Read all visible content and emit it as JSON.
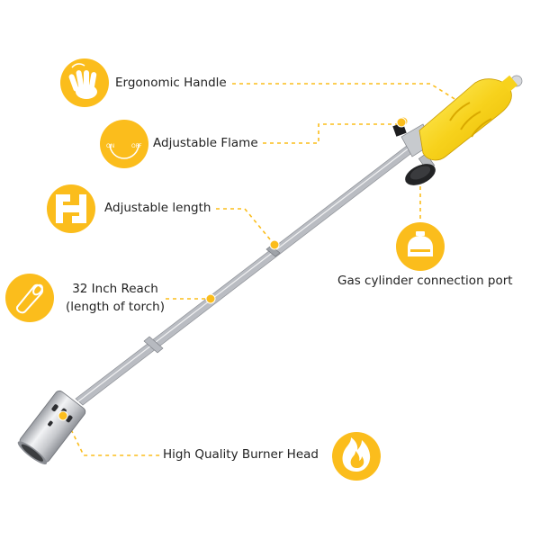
{
  "colors": {
    "accent": "#fbbd1c",
    "steel": "#c9ccd1",
    "handle": "#fde14a",
    "text": "#222222"
  },
  "features": [
    {
      "label": "Ergonomic Handle",
      "icon": "hand-icon"
    },
    {
      "label": "Adjustable Flame",
      "icon": "on-off-dial-icon",
      "dial_on": "ON",
      "dial_off": "OFF"
    },
    {
      "label": "Adjustable length",
      "icon": "length-adjust-icon"
    },
    {
      "label_line1": "32 Inch Reach",
      "label_line2": "(length of torch)",
      "icon": "tube-icon"
    },
    {
      "label": "Gas cylinder connection port",
      "icon": "gas-port-icon"
    },
    {
      "label": "High Quality Burner Head",
      "icon": "flame-icon"
    }
  ]
}
